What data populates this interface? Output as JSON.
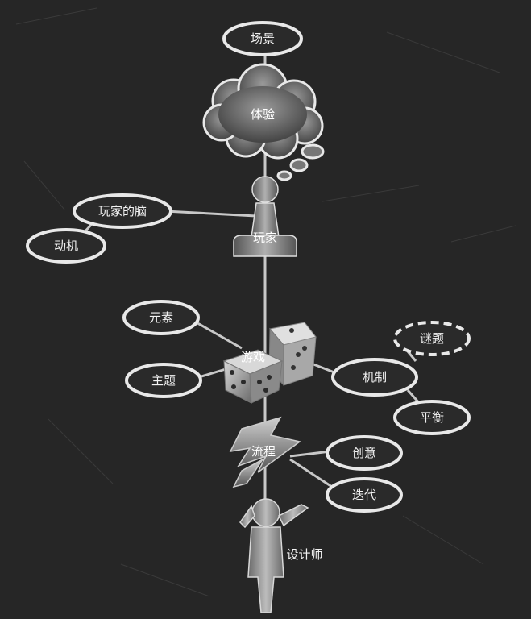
{
  "diagram": {
    "nodes": {
      "scene": "场景",
      "experience": "体验",
      "player_mind": "玩家的脑",
      "motivation": "动机",
      "player": "玩家",
      "elements": "元素",
      "theme": "主题",
      "game": "游戏",
      "puzzles": "谜题",
      "mechanics": "机制",
      "balance": "平衡",
      "process": "流程",
      "creativity": "创意",
      "iteration": "迭代",
      "designer": "设计师"
    }
  }
}
